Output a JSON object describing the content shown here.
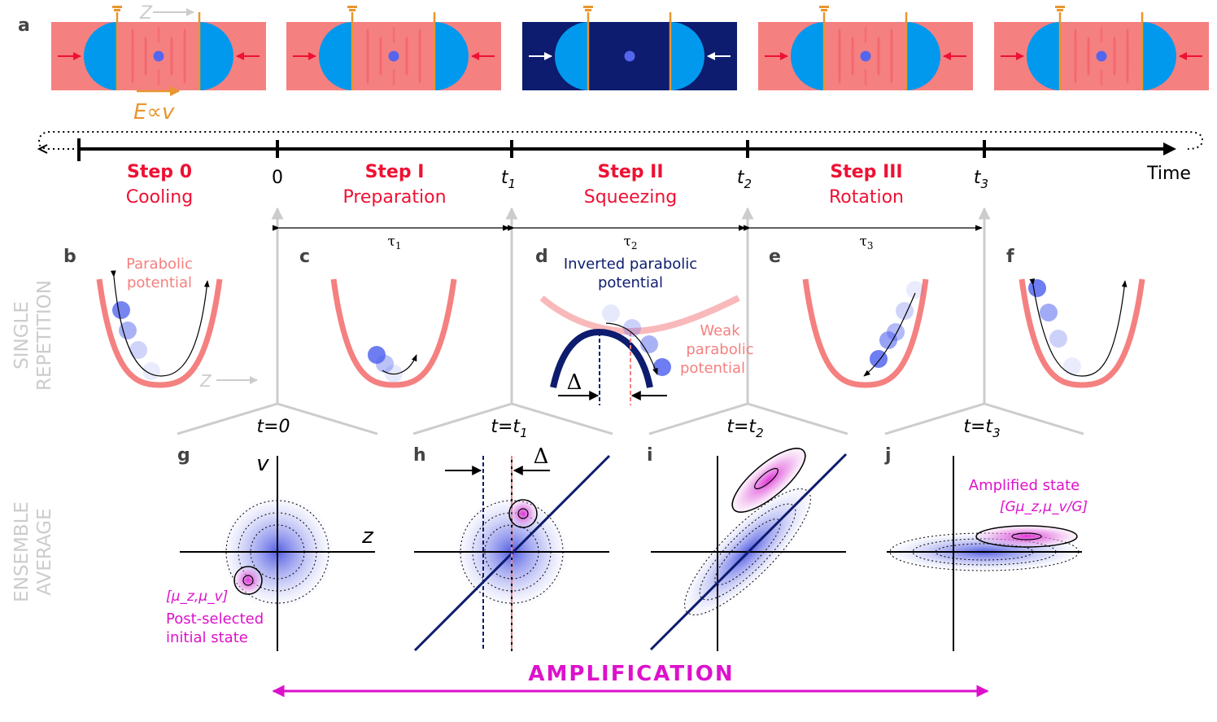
{
  "colors": {
    "pink": "#f58080",
    "pink_light": "#f9b9bb",
    "navy": "#0d1c6e",
    "blue_sphere": "#0099ee",
    "orange": "#e8962e",
    "red": "#ee1133",
    "magenta": "#dd11cc",
    "ball": "#5566ee",
    "grey": "#cccccc",
    "panel_letter": "#444444"
  },
  "panel_letters": {
    "a": "a",
    "b": "b",
    "c": "c",
    "d": "d",
    "e": "e",
    "f": "f",
    "g": "g",
    "h": "h",
    "i": "i",
    "j": "j"
  },
  "panel_a": {
    "z_label": "Z",
    "field_label": "E∝v",
    "frame_modes": [
      "parabolic",
      "parabolic",
      "inverted",
      "parabolic",
      "parabolic"
    ]
  },
  "timeline": {
    "time_label": "Time",
    "ticks": [
      {
        "label": "",
        "name": "start"
      },
      {
        "label": "0",
        "name": "zero"
      },
      {
        "label": "t",
        "sub": "1",
        "name": "t1"
      },
      {
        "label": "t",
        "sub": "2",
        "name": "t2"
      },
      {
        "label": "t",
        "sub": "3",
        "name": "t3"
      }
    ],
    "steps": [
      {
        "title": "Step 0",
        "subtitle": "Cooling"
      },
      {
        "title": "Step I",
        "subtitle": "Preparation"
      },
      {
        "title": "Step II",
        "subtitle": "Squeezing"
      },
      {
        "title": "Step III",
        "subtitle": "Rotation"
      }
    ],
    "durations": [
      {
        "sym": "τ",
        "sub": "1"
      },
      {
        "sym": "τ",
        "sub": "2"
      },
      {
        "sym": "τ",
        "sub": "3"
      }
    ]
  },
  "side_labels": {
    "single_line1": "SINGLE",
    "single_line2": "REPETITION",
    "ensemble_line1": "ENSEMBLE",
    "ensemble_line2": "AVERAGE"
  },
  "single_panels": {
    "b_text1": "Parabolic",
    "b_text2": "potential",
    "b_z": "Z",
    "d_text1": "Inverted parabolic",
    "d_text2": "potential",
    "d_weak1": "Weak",
    "d_weak2": "parabolic",
    "d_weak3": "potential",
    "delta": "Δ"
  },
  "time_points": [
    {
      "main": "t=0",
      "sub": ""
    },
    {
      "main": "t=t",
      "sub": "1"
    },
    {
      "main": "t=t",
      "sub": "2"
    },
    {
      "main": "t=t",
      "sub": "3"
    }
  ],
  "ensemble_panels": {
    "v_axis": "v",
    "z_axis": "z",
    "g_state": "[μ_z,μ_v]",
    "g_caption1": "Post-selected",
    "g_caption2": "initial state",
    "h_delta": "Δ",
    "j_caption1": "Amplified state",
    "j_state": "[Gμ_z,μ_v/G]"
  },
  "amplification": "AMPLIFICATION"
}
